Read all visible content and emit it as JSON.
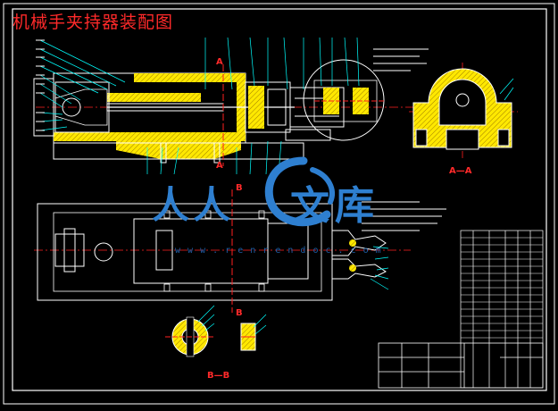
{
  "drawing": {
    "title": "机械手夹持器装配图",
    "section_aa": "A—A",
    "section_bb": "B—B",
    "cut_mark_a": "A",
    "cut_mark_b": "B"
  },
  "watermark": {
    "brand_left": "人人",
    "brand_right": "文库",
    "url": "w w w . r e n r e n d o c . c o m"
  },
  "colors": {
    "background": "#000000",
    "frame": "#ffffff",
    "hatch": "#ffff00",
    "outline": "#ffffff",
    "center_line": "#ff2020",
    "leader": "#00ffff",
    "title_text": "#ff2a2a",
    "watermark": "#2e7fd0"
  }
}
